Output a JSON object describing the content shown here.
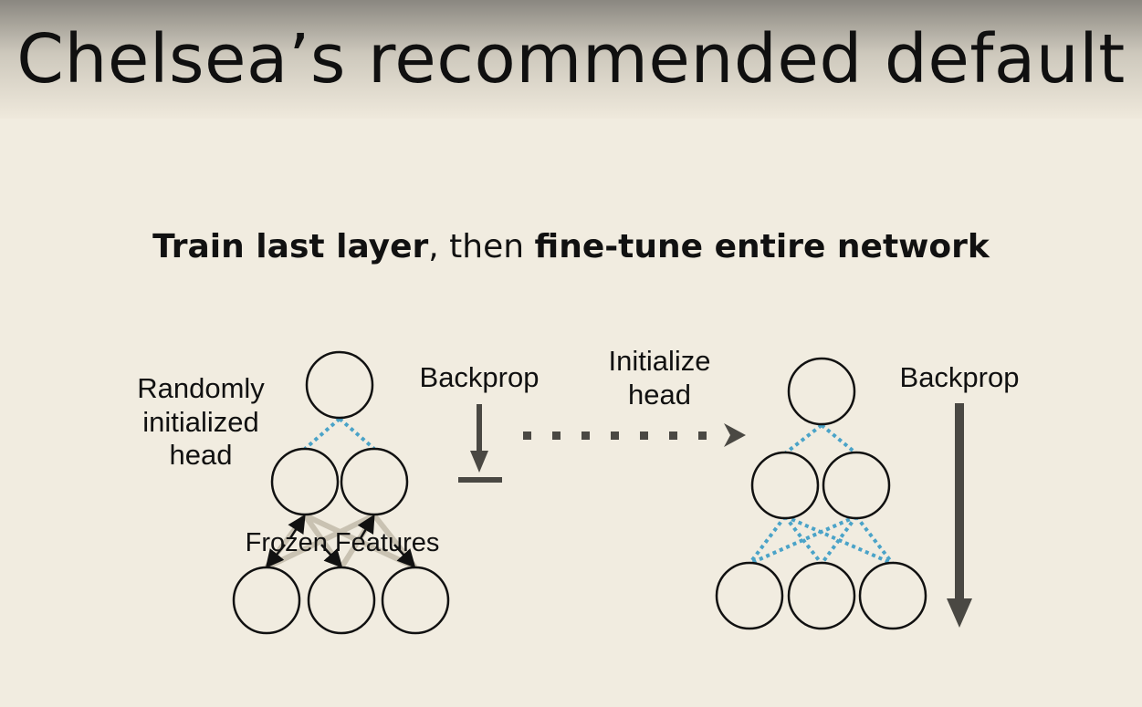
{
  "slide": {
    "title": "Chelsea’s recommended default",
    "subtitle": {
      "part1": "Train last layer",
      "part2": ", then ",
      "part3": "fine-tune entire network"
    }
  },
  "left_diagram": {
    "head_label_line1": "Randomly",
    "head_label_line2": "initialized",
    "head_label_line3": "head",
    "backprop_label": "Backprop",
    "frozen_label": "Frozen Features"
  },
  "transition": {
    "label_line1": "Initialize",
    "label_line2": "head"
  },
  "right_diagram": {
    "backprop_label": "Backprop"
  },
  "colors": {
    "background": "#f1ece0",
    "dotted_connection": "#4aa3c8",
    "arrow": "#4a4843",
    "frozen_connection": "#c9c2b2"
  }
}
